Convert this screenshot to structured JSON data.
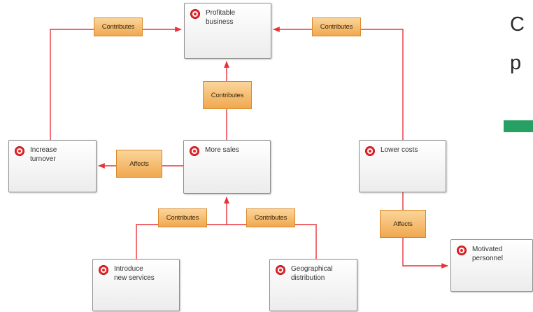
{
  "nodes": {
    "profitable_business": "Profitable\nbusiness",
    "increase_turnover": "Increase\nturnover",
    "more_sales": "More sales",
    "lower_costs": "Lower costs",
    "introduce_new_services": "Introduce\nnew services",
    "geographical_distribution": "Geographical\ndistribution",
    "motivated_personnel": "Motivated\npersonnel"
  },
  "relations": {
    "turnover_to_profit": "Contributes",
    "costs_to_profit": "Contributes",
    "sales_to_profit": "Contributes",
    "sales_to_turnover": "Affects",
    "services_to_sales": "Contributes",
    "distribution_to_sales": "Contributes",
    "costs_to_personnel": "Affects"
  },
  "side_text": {
    "line1": "C",
    "line2": "p"
  },
  "colors": {
    "connector": "#e8323a",
    "tag_fill": "#f5b968",
    "goal_icon": "#e8262b",
    "accent_bar": "#27a163"
  }
}
